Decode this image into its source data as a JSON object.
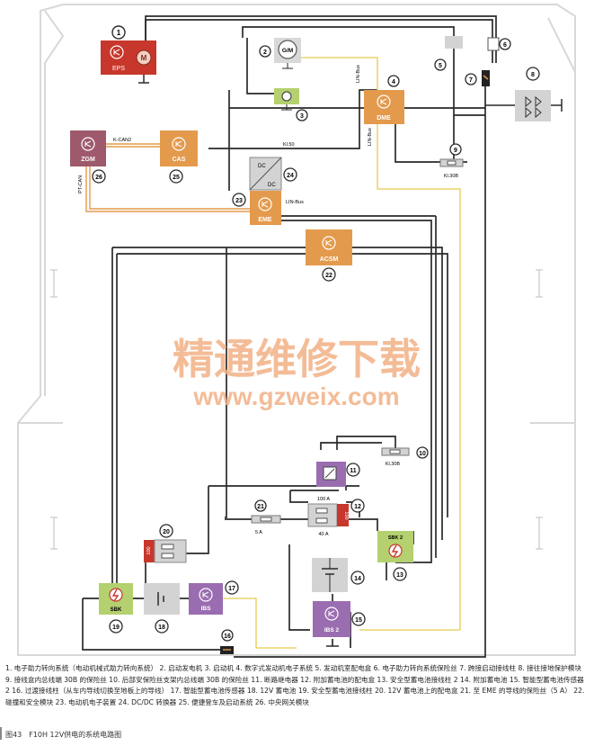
{
  "modules": {
    "eps": {
      "num": "1",
      "label": "EPS",
      "motor": "M"
    },
    "gm": {
      "num": "2",
      "label": "G/M"
    },
    "starter_num": "3",
    "dme": {
      "num": "4",
      "label": "DME"
    },
    "b5": "5",
    "b6": "6",
    "b7": "7",
    "b8": "8",
    "b9": {
      "num": "9",
      "label": "Kl.30B"
    },
    "b10": {
      "num": "10",
      "label": "Kl.30B"
    },
    "b11": "11",
    "b12": {
      "num": "12",
      "label_top": "100 A",
      "label_bot": "40 A",
      "fuse_red": "100"
    },
    "b13": {
      "num": "13",
      "label": "SBK 2"
    },
    "b14": "14",
    "ibs2": {
      "num": "15",
      "label": "IBS 2"
    },
    "b16": "16",
    "ibs": {
      "num": "17",
      "label": "IBS"
    },
    "b18": "18",
    "sbk": {
      "num": "19",
      "label": "SBK"
    },
    "b20": {
      "num": "20",
      "fuse_red": "100"
    },
    "b21": {
      "num": "21",
      "label": "5 A"
    },
    "acsm": {
      "num": "22",
      "label": "ACSM"
    },
    "eme": {
      "num": "23",
      "label": "EME"
    },
    "dcdc": {
      "num": "24",
      "top": "DC",
      "bot": "DC"
    },
    "cas": {
      "num": "25",
      "label": "CAS"
    },
    "zgm": {
      "num": "26",
      "label": "ZGM"
    }
  },
  "wire_labels": {
    "kcan2": "K-CAN2",
    "ptcan": "PT-CAN",
    "kl50": "Kl.50",
    "linbus_eme": "LIN-Bus",
    "linbus_dme_1": "LIN-Bus",
    "linbus_dme_2": "LIN-Bus"
  },
  "watermark": {
    "cn": "精通维修下载",
    "url": "www.gzweix.com"
  },
  "caption": "1. 电子助力转向系统（电动机械式助力转向系统） 2. 启动发电机 3. 启动机 4. 数字式发动机电子系统 5. 发动机室配电盒 6. 电子助力转向系统保险丝 7. 跨接启动接线柱 8. 接往接地保护模块 9. 接线盒内总线端 30B 的保险丝 10. 后部安保险丝支架内总线端 30B 的保险丝 11. 断路继电器 12. 附加蓄电池的配电盒 13. 安全型蓄电池接线柱 2 14. 附加蓄电池 15. 智能型蓄电池传感器 2 16. 过渡接线柱（从车内导线切换至地板上的导线） 17. 智能型蓄电池传感器 18. 12V 蓄电池 19. 安全型蓄电池接线柱 20. 12V 蓄电池上的配电盒 21. 至 EME 的导线的保险丝（5 A） 22. 碰撞和安全模块 23. 电动机电子装置 24. DC/DC 转换器 25. 便捷登车及启动系统 26. 中央网关模块",
  "figure_caption": "图43　F10H 12V供电的系统电路图",
  "colors": {
    "orange": "#e39a4c",
    "maroon": "#9e5a6c",
    "red": "#c7372c",
    "green": "#b4d06f",
    "purple": "#9a6db0",
    "wire": "#2a2a2a",
    "yellow": "#e7c94e",
    "gray": "#d3d3d3"
  }
}
